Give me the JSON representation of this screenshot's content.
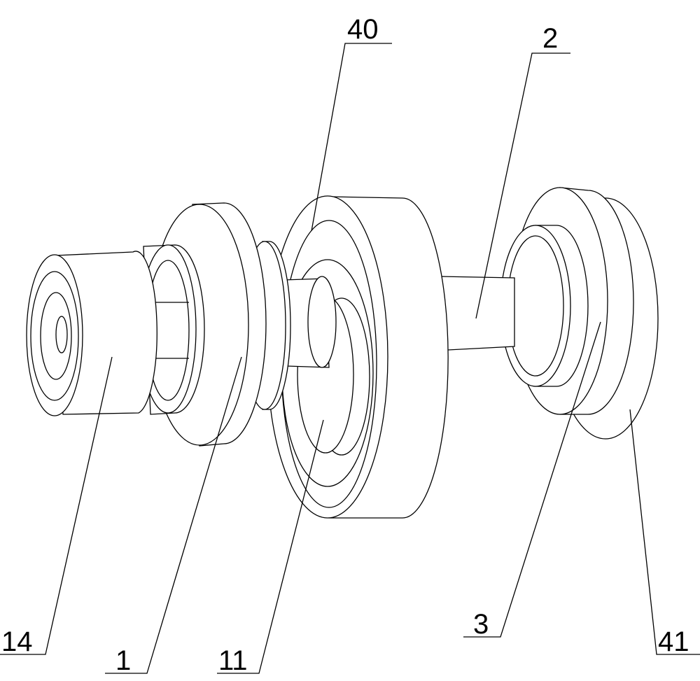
{
  "figure": {
    "labels": {
      "part_40": "40",
      "part_2": "2",
      "part_14": "14",
      "part_1": "1",
      "part_11": "11",
      "part_3": "3",
      "part_41": "41"
    },
    "line_color": "#000000",
    "background": "#ffffff"
  }
}
